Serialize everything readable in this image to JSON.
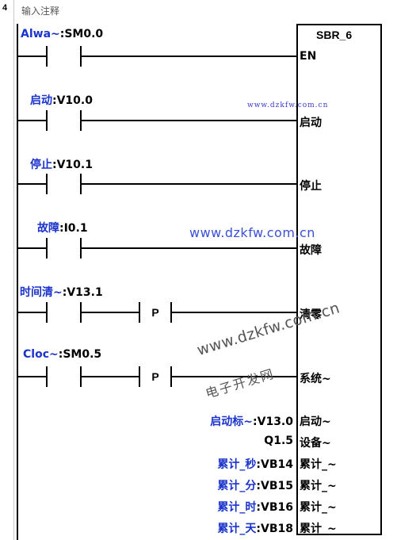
{
  "network": {
    "number": "4",
    "comment": "输入注释"
  },
  "block": {
    "name": "SBR_6"
  },
  "inputs": [
    {
      "label_blue": "Alwa~",
      "label_black": ":SM0.0",
      "pin": "EN"
    },
    {
      "label_blue": "启动",
      "label_black": ":V10.0",
      "pin": "启动"
    },
    {
      "label_blue": "停止",
      "label_black": ":V10.1",
      "pin": "停止"
    },
    {
      "label_blue": "故障",
      "label_black": ":I0.1",
      "pin": "故障"
    },
    {
      "label_blue": "时间清~",
      "label_black": ":V13.1",
      "pin": "清零",
      "pulse": "P"
    },
    {
      "label_blue": "Cloc~",
      "label_black": ":SM0.5",
      "pin": "系统~",
      "pulse": "P"
    }
  ],
  "outputs": [
    {
      "label_blue": "启动标~",
      "label_black": ":V13.0",
      "pin": "启动~"
    },
    {
      "label_blue": "",
      "label_black": "Q1.5",
      "pin": "设备~"
    },
    {
      "label_blue": "累计_秒",
      "label_black": ":VB14",
      "pin": "累计_~"
    },
    {
      "label_blue": "累计_分",
      "label_black": ":VB15",
      "pin": "累计_~"
    },
    {
      "label_blue": "累计_时",
      "label_black": ":VB16",
      "pin": "累计_~"
    },
    {
      "label_blue": "累计_天",
      "label_black": ":VB18",
      "pin": "累计_~"
    }
  ],
  "watermarks": {
    "small": "www.dzkfw.com.cn",
    "large": "www.dzkfw.com.cn",
    "diagonal_url": "www.dzkfw.com.cn",
    "diagonal_text": "电子开发网"
  }
}
